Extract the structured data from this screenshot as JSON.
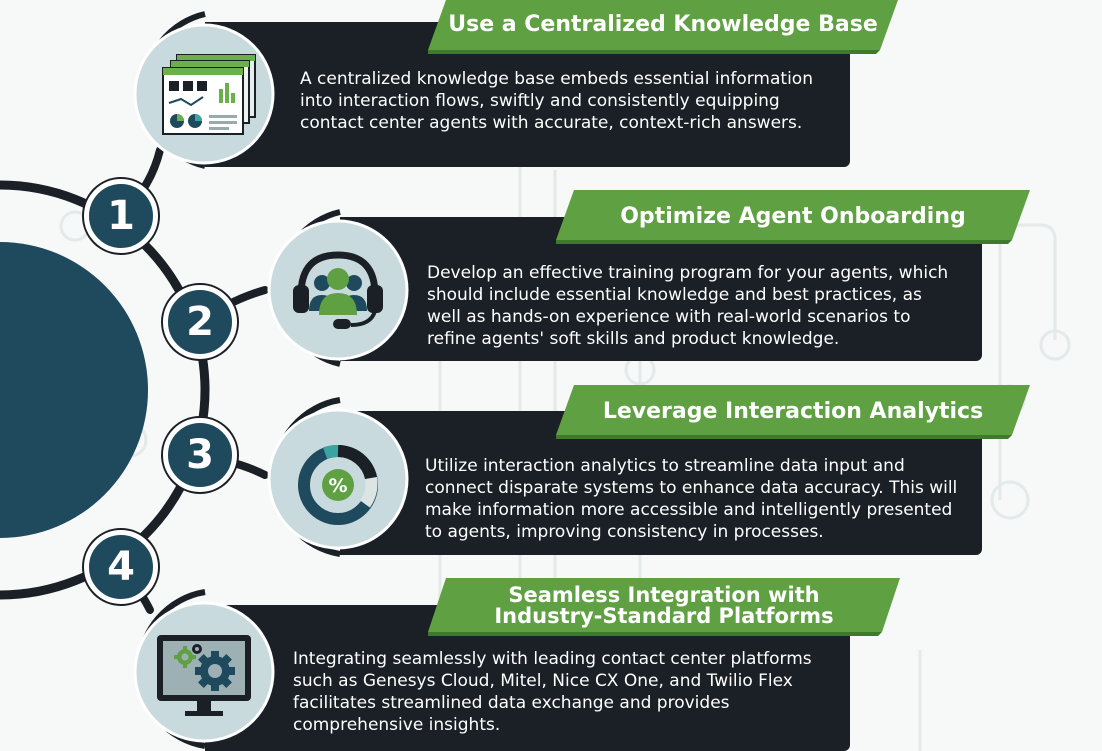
{
  "items": [
    {
      "number": "1",
      "title": "Use a Centralized Knowledge Base",
      "description": "A centralized knowledge base embeds essential information into interaction flows, swiftly and consistently equipping contact center agents with accurate, context-rich answers.",
      "icon": "knowledge-base-dashboard-icon"
    },
    {
      "number": "2",
      "title": "Optimize Agent Onboarding",
      "description": "Develop an effective training program for your agents, which should include essential knowledge and best practices, as well as hands-on experience with real-world scenarios to refine agents' soft skills and product knowledge.",
      "icon": "agent-headset-icon"
    },
    {
      "number": "3",
      "title": "Leverage Interaction Analytics",
      "description": "Utilize interaction analytics to streamline data input and connect disparate systems to enhance data accuracy. This will make information more accessible and intelligently presented to agents, improving consistency in processes.",
      "icon": "percent-donut-icon",
      "icon_text": "%"
    },
    {
      "number": "4",
      "title_line1": "Seamless Integration with",
      "title_line2": "Industry-Standard Platforms",
      "description": "Integrating seamlessly with leading contact center platforms such as Genesys Cloud, Mitel, Nice CX One, and Twilio Flex facilitates streamlined data exchange and provides comprehensive insights.",
      "icon": "monitor-gears-icon"
    }
  ],
  "colors": {
    "green": "#5fa043",
    "dark_card": "#1b1f26",
    "navy_circle": "#1f4a5e",
    "light_circle": "#c8dadd",
    "background": "#f7f8f8"
  }
}
